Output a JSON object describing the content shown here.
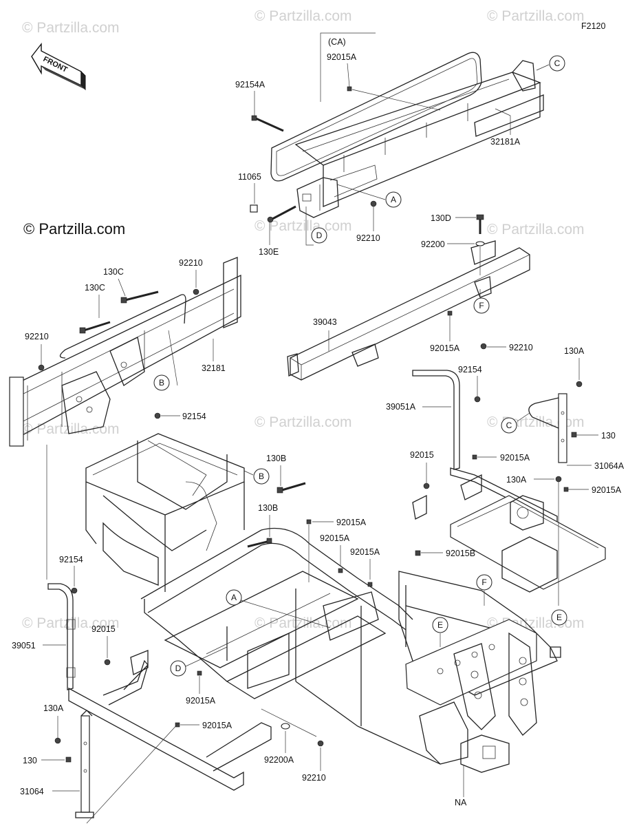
{
  "diagram_code": "F2120",
  "copyright": "© Partzilla.com",
  "watermark": "© Partzilla.com",
  "front_arrow": "FRONT",
  "parts": {
    "p_ca": "(CA)",
    "p_92015A_top": "92015A",
    "p_92154A": "92154A",
    "p_32181A": "32181A",
    "p_11065": "11065",
    "p_130E": "130E",
    "p_92210_top": "92210",
    "p_130D": "130D",
    "p_92200": "92200",
    "p_92210_left": "92210",
    "p_130C_a": "130C",
    "p_130C_b": "130C",
    "p_92210_left2": "92210",
    "p_32181": "32181",
    "p_39043": "39043",
    "p_92015A_mid": "92015A",
    "p_92210_mid": "92210",
    "p_130A_right": "130A",
    "p_92154_right": "92154",
    "p_39051A": "39051A",
    "p_130_right": "130",
    "p_31064A": "31064A",
    "p_92154_mid": "92154",
    "p_130B_a": "130B",
    "p_92015_right": "92015",
    "p_92015A_r1": "92015A",
    "p_130A_r2": "130A",
    "p_92015A_r2": "92015A",
    "p_130B_b": "130B",
    "p_92015A_c1": "92015A",
    "p_92015A_c2": "92015A",
    "p_92015A_c3": "92015A",
    "p_92015B": "92015B",
    "p_92154_left": "92154",
    "p_39051": "39051",
    "p_92015_left": "92015",
    "p_92015A_c4": "92015A",
    "p_92015A_c5": "92015A",
    "p_130A_left": "130A",
    "p_130_left": "130",
    "p_31064": "31064",
    "p_92200A": "92200A",
    "p_92210_bottom": "92210",
    "p_NA": "NA"
  },
  "callouts": {
    "c_C_top": "C",
    "c_A_top": "A",
    "c_D_top": "D",
    "c_F_mid": "F",
    "c_B_left": "B",
    "c_C_right": "C",
    "c_B_main": "B",
    "c_F_main": "F",
    "c_E_main": "E",
    "c_A_main": "A",
    "c_E_right": "E",
    "c_D_main": "D"
  }
}
